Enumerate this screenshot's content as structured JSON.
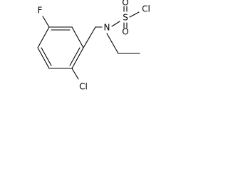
{
  "molecule": {
    "atoms": {
      "fluorine": "F",
      "chlorine_ring": "Cl",
      "nitrogen": "N",
      "sulfur": "S",
      "oxygen_top": "O",
      "oxygen_bottom": "O",
      "chlorine_sulfonyl": "Cl"
    }
  }
}
